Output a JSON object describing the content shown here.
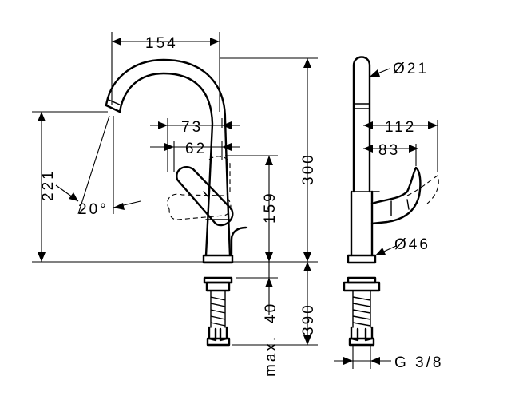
{
  "dimensions": {
    "spout_reach": "154",
    "handle_offset_outer": "73",
    "handle_offset_inner": "62",
    "outlet_height": "221",
    "spout_angle": "20°",
    "handle_height": "159",
    "total_height": "300",
    "mount_depth": "40",
    "mount_max_prefix": "max.",
    "hose_length": "390",
    "spout_diameter": "Ø21",
    "lever_swing_outer": "112",
    "lever_swing_inner": "83",
    "base_diameter": "Ø46",
    "thread": "G 3/8"
  }
}
